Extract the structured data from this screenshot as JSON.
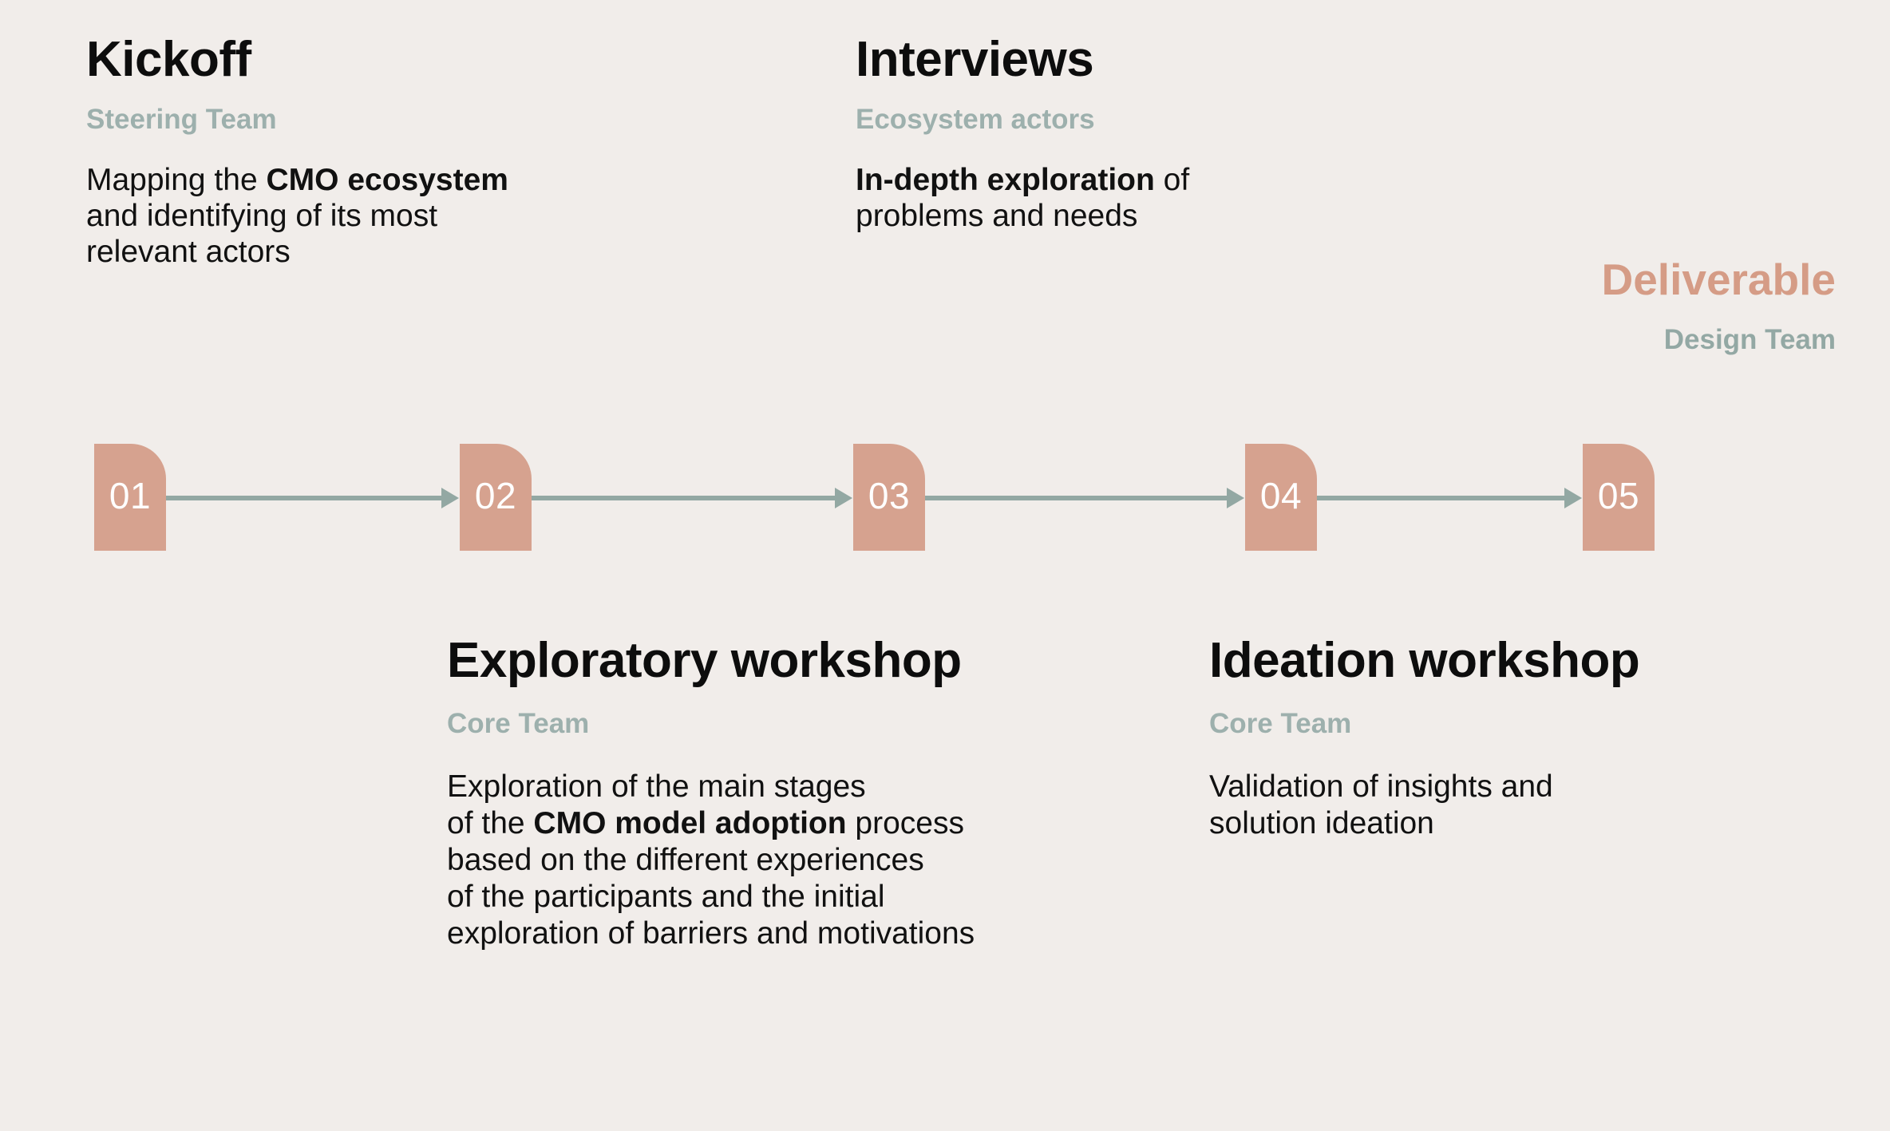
{
  "theme": {
    "background": "#f1edea",
    "badge_fill": "#d6a28f",
    "badge_text": "#ffffff",
    "connector": "#93a8a3",
    "actor_label": "#9db0ad",
    "deliverable_accent": "#d59c86",
    "body_text": "#111111"
  },
  "diagram": {
    "type": "process-timeline",
    "step_count": 5,
    "steps": [
      {
        "number": "01",
        "title": "Kickoff",
        "actor": "Steering Team",
        "position": "above",
        "body_parts": [
          {
            "text": "Mapping the ",
            "bold": false
          },
          {
            "text": "CMO ecosystem",
            "bold": true
          },
          {
            "text": " and identifying of its most relevant actors",
            "bold": false
          }
        ],
        "body_plain": "Mapping the CMO ecosystem and identifying of its most relevant actors"
      },
      {
        "number": "02",
        "title": "Exploratory workshop",
        "actor": "Core Team",
        "position": "below",
        "body_parts": [
          {
            "text": "Exploration of the main stages of the ",
            "bold": false
          },
          {
            "text": "CMO model adoption",
            "bold": true
          },
          {
            "text": " process based on the different experiences of the participants and the initial exploration of barriers and motivations",
            "bold": false
          }
        ],
        "body_plain": "Exploration of the main stages of the CMO model adoption process based on the different experiences of the participants and the initial exploration of barriers and motivations"
      },
      {
        "number": "03",
        "title": "Interviews",
        "actor": "Ecosystem actors",
        "position": "above",
        "body_parts": [
          {
            "text": "In-depth exploration",
            "bold": true
          },
          {
            "text": " of problems and needs",
            "bold": false
          }
        ],
        "body_plain": "In-depth exploration of problems and needs"
      },
      {
        "number": "04",
        "title": "Ideation workshop",
        "actor": "Core Team",
        "position": "below",
        "body_parts": [
          {
            "text": "Validation of insights and solution ideation",
            "bold": false
          }
        ],
        "body_plain": "Validation of insights and solution ideation"
      },
      {
        "number": "05",
        "title": "Deliverable",
        "actor": "Design Team",
        "position": "above",
        "body_parts": [],
        "body_plain": ""
      }
    ]
  },
  "labels": {
    "step1_title": "Kickoff",
    "step1_actor": "Steering Team",
    "step1_body_line1_a": "Mapping the ",
    "step1_body_line1_b": "CMO ecosystem",
    "step1_body_line2": "and identifying of its most",
    "step1_body_line3": "relevant actors",
    "step2_title": "Exploratory workshop",
    "step2_actor": "Core Team",
    "step2_body_line1": "Exploration of the main stages",
    "step2_body_line2_a": "of the ",
    "step2_body_line2_b": "CMO model adoption",
    "step2_body_line2_c": " process",
    "step2_body_line3": "based on the different experiences",
    "step2_body_line4": "of the participants and the initial",
    "step2_body_line5": "exploration of barriers and motivations",
    "step3_title": "Interviews",
    "step3_actor": "Ecosystem actors",
    "step3_body_line1_a": "In-depth exploration",
    "step3_body_line1_b": " of",
    "step3_body_line2": "problems and needs",
    "step4_title": "Ideation workshop",
    "step4_actor": "Core Team",
    "step4_body_line1": "Validation of insights and",
    "step4_body_line2": "solution ideation",
    "step5_title": "Deliverable",
    "step5_actor": "Design Team",
    "badge1": "01",
    "badge2": "02",
    "badge3": "03",
    "badge4": "04",
    "badge5": "05"
  }
}
